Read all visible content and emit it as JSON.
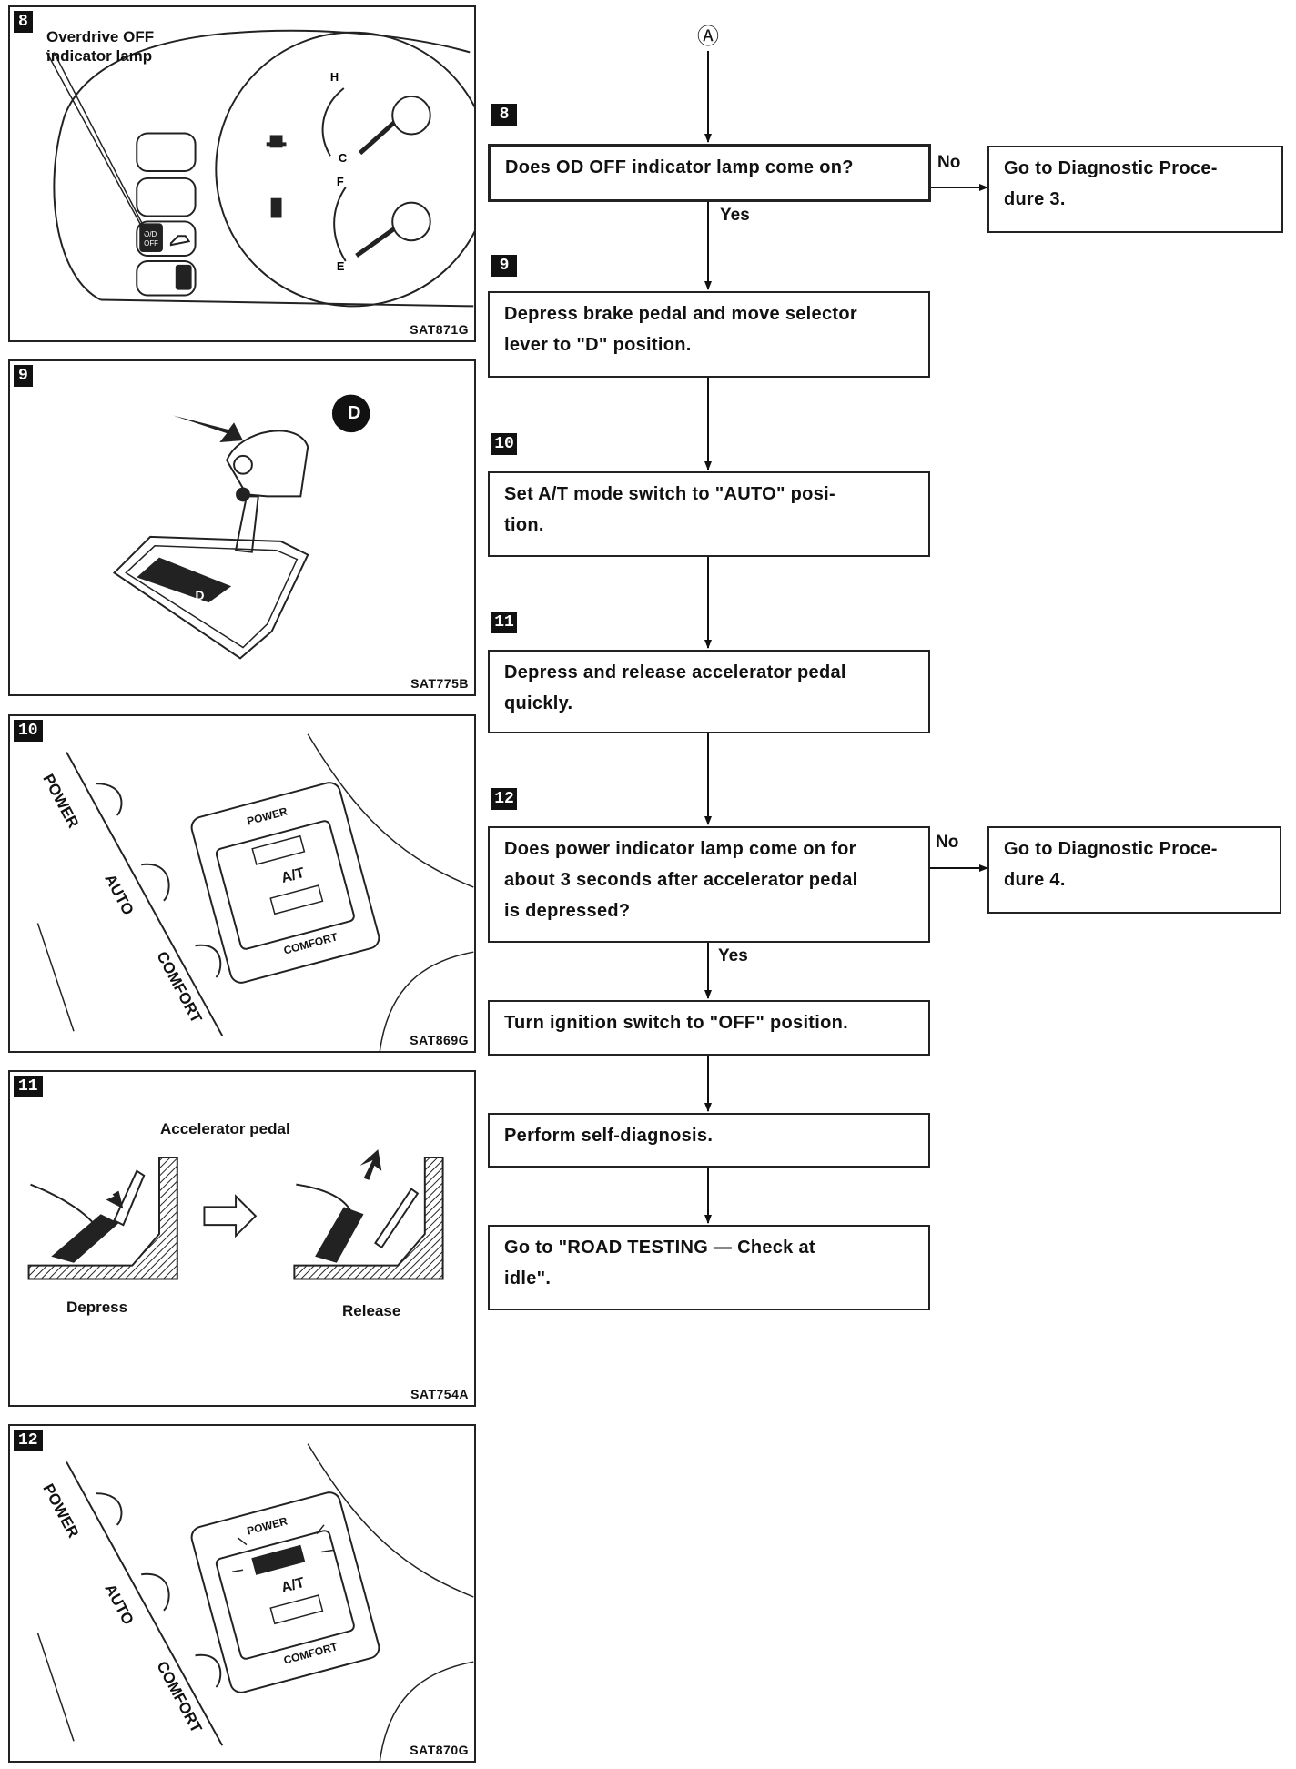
{
  "connector": "Ⓐ",
  "panels": [
    {
      "step": "8",
      "code": "SAT871G",
      "callout": "Overdrive OFF indicator lamp",
      "lamp_text": "O/D OFF"
    },
    {
      "step": "9",
      "code": "SAT775B",
      "gear": "D"
    },
    {
      "step": "10",
      "code": "SAT869G",
      "side_labels": [
        "POWER",
        "AUTO",
        "COMFORT"
      ],
      "switch": {
        "top": "POWER",
        "mid": "A/T",
        "bottom": "COMFORT"
      }
    },
    {
      "step": "11",
      "code": "SAT754A",
      "title": "Accelerator pedal",
      "left": "Depress",
      "right": "Release"
    },
    {
      "step": "12",
      "code": "SAT870G",
      "side_labels": [
        "POWER",
        "AUTO",
        "COMFORT"
      ],
      "switch": {
        "top": "POWER",
        "mid": "A/T",
        "bottom": "COMFORT"
      }
    }
  ],
  "flow": {
    "steps": [
      "8",
      "9",
      "10",
      "11",
      "12"
    ],
    "q8": "Does OD OFF indicator lamp come on?",
    "q8_no_target": "Go to Diagnostic Proce-\ndure 3.",
    "a9": "Depress brake pedal and move selector\nlever to \"D\" position.",
    "a10": "Set A/T mode switch to \"AUTO\" posi-\ntion.",
    "a11": "Depress and release accelerator pedal\nquickly.",
    "q12": "Does power indicator lamp come on for\nabout 3 seconds after accelerator pedal\nis depressed?",
    "q12_no_target": "Go to Diagnostic Proce-\ndure 4.",
    "a_ign": "Turn ignition switch to \"OFF\" position.",
    "a_self": "Perform self-diagnosis.",
    "a_road": "Go to \"ROAD TESTING — Check at\nidle\".",
    "no": "No",
    "yes": "Yes"
  }
}
